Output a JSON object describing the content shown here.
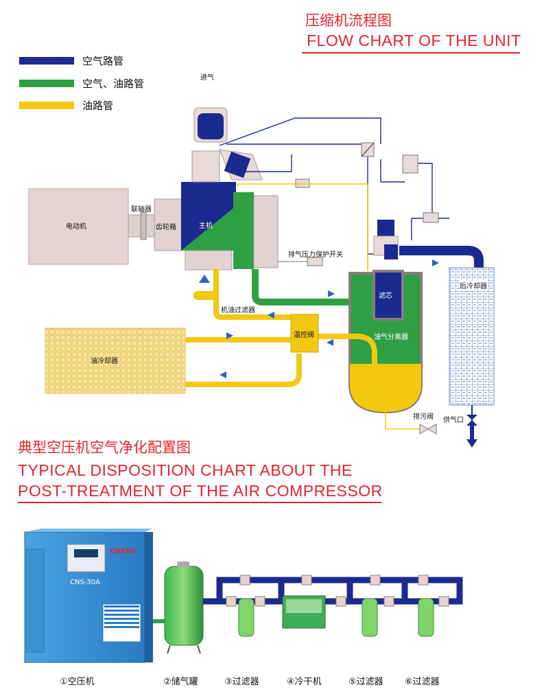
{
  "header": {
    "title_cn": "压缩机流程图",
    "title_en": "FLOW CHART OF THE UNIT"
  },
  "legend": [
    {
      "label": "空气路管",
      "color": "#1b2a8f"
    },
    {
      "label": "空气、油路管",
      "color": "#2ea043"
    },
    {
      "label": "油路管",
      "color": "#f2c811"
    }
  ],
  "flow_labels": {
    "air_inlet": "进气",
    "motor": "电动机",
    "coupling": "联轴器",
    "gearbox": "齿轮箱",
    "main_unit": "主机",
    "pressure_switch": "排气压力保护开关",
    "oil_filter": "机油过滤器",
    "thermo_valve": "温控阀",
    "oil_cooler": "油冷却器",
    "filter_core": "滤芯",
    "separator": "油气分离器",
    "after_cooler": "后冷却器",
    "drain_valve": "排污阀",
    "air_supply": "供气口"
  },
  "section2": {
    "title_cn": "典型空压机空气净化配置图",
    "title_en_line1": "TYPICAL DISPOSITION CHART ABOUT THE",
    "title_en_line2": "POST-TREATMENT OF THE AIR COMPRESSOR"
  },
  "compressor": {
    "brand": "CNSNS",
    "model": "CNS-30A"
  },
  "captions": [
    "①空压机",
    "②储气罐",
    "③过滤器",
    "④冷干机",
    "⑤过滤器",
    "⑥过滤器"
  ]
}
